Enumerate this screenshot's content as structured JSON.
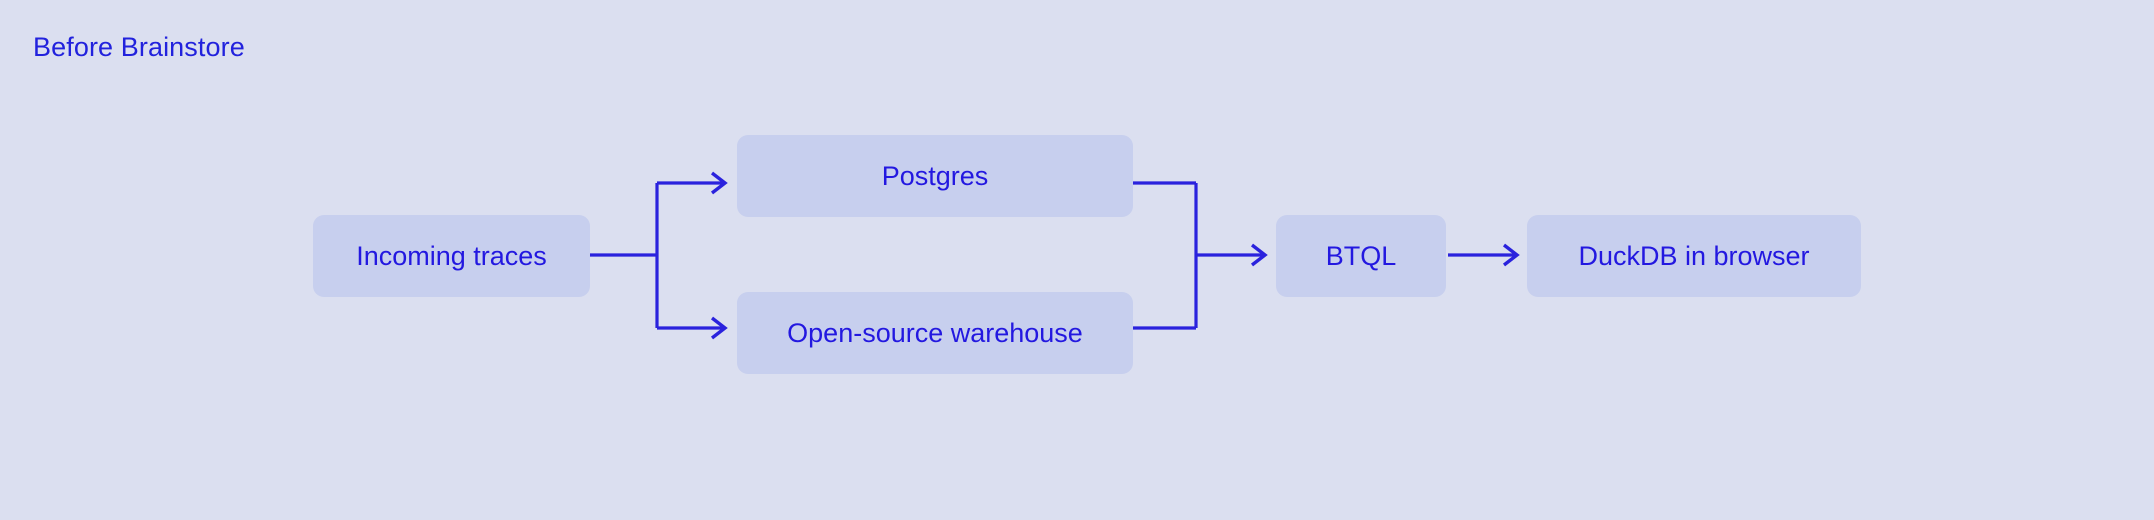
{
  "diagram": {
    "title": "Before Brainstore",
    "background_color": "#dbdff0",
    "node_fill_color": "#c7cfee",
    "text_color": "#2318e0",
    "edge_color": "#2a22dd",
    "nodes": [
      {
        "id": "incoming-traces",
        "label": "Incoming traces"
      },
      {
        "id": "postgres",
        "label": "Postgres"
      },
      {
        "id": "open-source-warehouse",
        "label": "Open-source warehouse"
      },
      {
        "id": "btql",
        "label": "BTQL"
      },
      {
        "id": "duckdb-in-browser",
        "label": "DuckDB in browser"
      }
    ],
    "edges": [
      {
        "from": "incoming-traces",
        "to": "postgres"
      },
      {
        "from": "incoming-traces",
        "to": "open-source-warehouse"
      },
      {
        "from": "postgres",
        "to": "btql"
      },
      {
        "from": "open-source-warehouse",
        "to": "btql"
      },
      {
        "from": "btql",
        "to": "duckdb-in-browser"
      }
    ]
  }
}
